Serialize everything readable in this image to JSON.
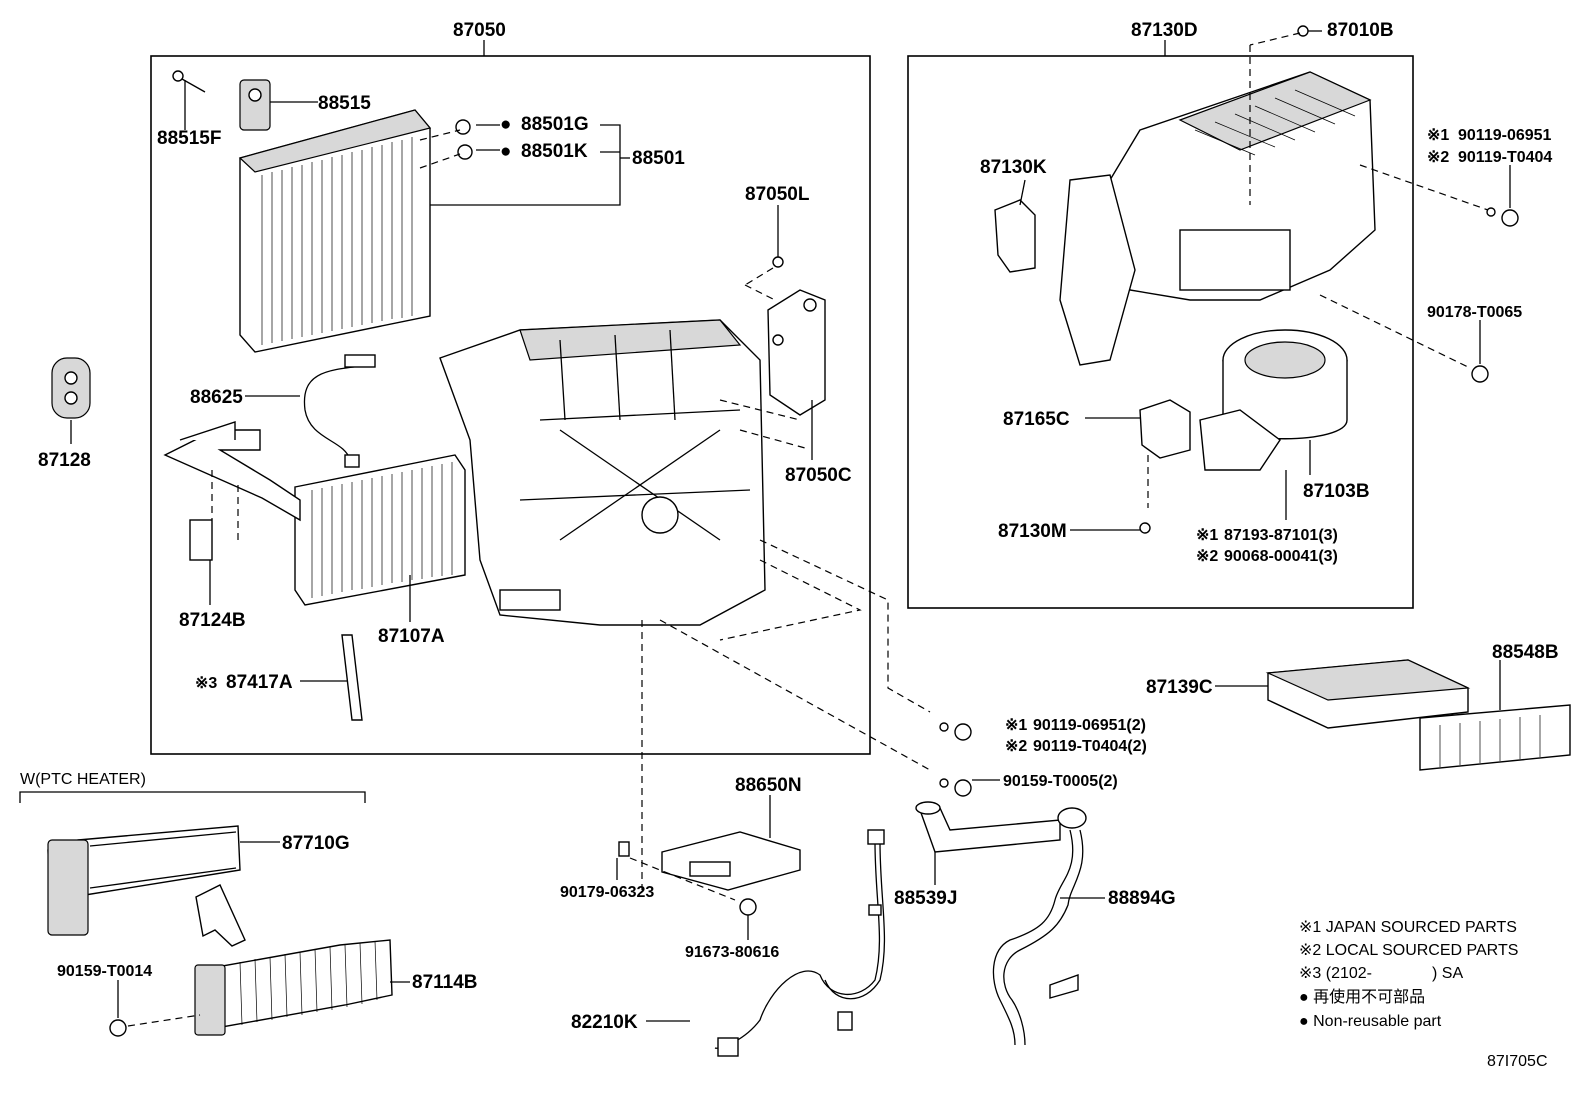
{
  "figure_code": "87I705C",
  "group_labels": {
    "evaporator_unit": "87050",
    "blower_unit": "87130D",
    "ptc_heater": "W(PTC HEATER)"
  },
  "parts": {
    "p87010B": "87010B",
    "p88515": "88515",
    "p88515F": "88515F",
    "p88501G": "88501G",
    "p88501K": "88501K",
    "p88501": "88501",
    "p87050L": "87050L",
    "p87050C": "87050C",
    "p88625": "88625",
    "p87128": "87128",
    "p87124B": "87124B",
    "p87107A": "87107A",
    "p87417A": "87417A",
    "p87417A_mark": "※3",
    "p87130K": "87130K",
    "p87165C": "87165C",
    "p87130M": "87130M",
    "p87103B": "87103B",
    "p90178": "90178-T0065",
    "p90119_top_1": "90119-06951",
    "p90119_top_2": "90119-T0404",
    "p87193": "87193-87101(3)",
    "p90068": "90068-00041(3)",
    "p87139C": "87139C",
    "p88548B": "88548B",
    "p90119_mid_1": "90119-06951(2)",
    "p90119_mid_2": "90119-T0404(2)",
    "p90159_T0005": "90159-T0005(2)",
    "p88650N": "88650N",
    "p90179": "90179-06323",
    "p91673": "91673-80616",
    "p82210K": "82210K",
    "p88539J": "88539J",
    "p88894G": "88894G",
    "p87710G": "87710G",
    "p87114B": "87114B",
    "p90159_T0014": "90159-T0014"
  },
  "marks": {
    "m1": "※1",
    "m2": "※2"
  },
  "legend": {
    "note1": "※1 JAPAN SOURCED PARTS",
    "note2": "※2 LOCAL SOURCED PARTS",
    "note3_prefix": "※3 (2102-",
    "note3_suffix": ") SA",
    "nonreusable_jp": "● 再使用不可部品",
    "nonreusable_en": "● Non-reusable part"
  },
  "dot": "●"
}
